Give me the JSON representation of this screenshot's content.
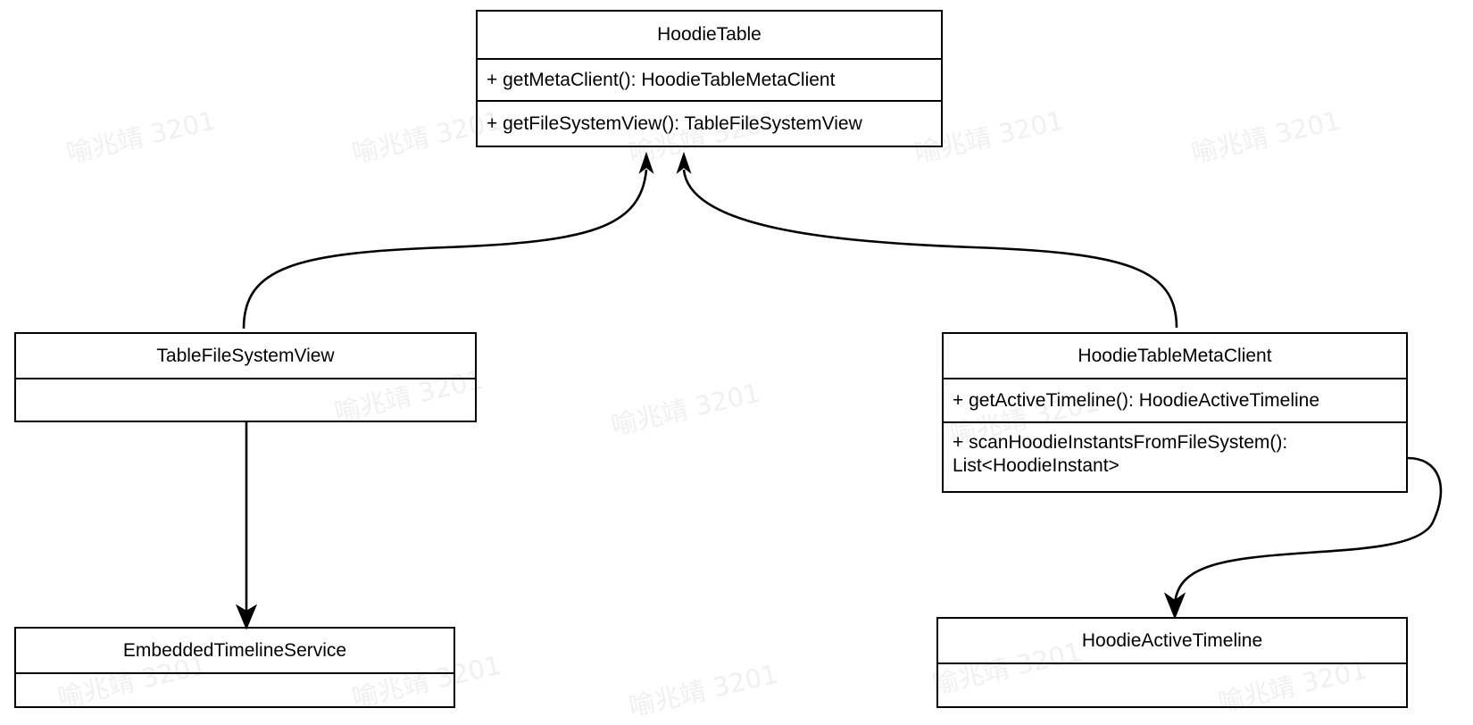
{
  "diagram": {
    "type": "uml-class-diagram",
    "background_color": "#ffffff",
    "line_color": "#000000",
    "text_color": "#000000",
    "watermark_text": "喻兆靖 3201",
    "watermark_color": "#f0f0f0"
  },
  "classes": {
    "hoodie_table": {
      "name": "HoodieTable",
      "methods": [
        "+ getMetaClient(): HoodieTableMetaClient",
        "+ getFileSystemView(): TableFileSystemView"
      ]
    },
    "table_file_system_view": {
      "name": "TableFileSystemView",
      "methods": []
    },
    "hoodie_table_meta_client": {
      "name": "HoodieTableMetaClient",
      "methods": [
        "+ getActiveTimeline(): HoodieActiveTimeline",
        "+ scanHoodieInstantsFromFileSystem():",
        "List<HoodieInstant>"
      ]
    },
    "embedded_timeline_service": {
      "name": "EmbeddedTimelineService",
      "methods": []
    },
    "hoodie_active_timeline": {
      "name": "HoodieActiveTimeline",
      "methods": []
    }
  },
  "relations": [
    {
      "from": "TableFileSystemView",
      "to": "HoodieTable",
      "style": "curved-arrow"
    },
    {
      "from": "HoodieTableMetaClient",
      "to": "HoodieTable",
      "style": "curved-arrow"
    },
    {
      "from": "TableFileSystemView",
      "to": "EmbeddedTimelineService",
      "style": "straight-arrow"
    },
    {
      "from": "HoodieTableMetaClient",
      "to": "HoodieActiveTimeline",
      "style": "curved-arrow"
    }
  ]
}
